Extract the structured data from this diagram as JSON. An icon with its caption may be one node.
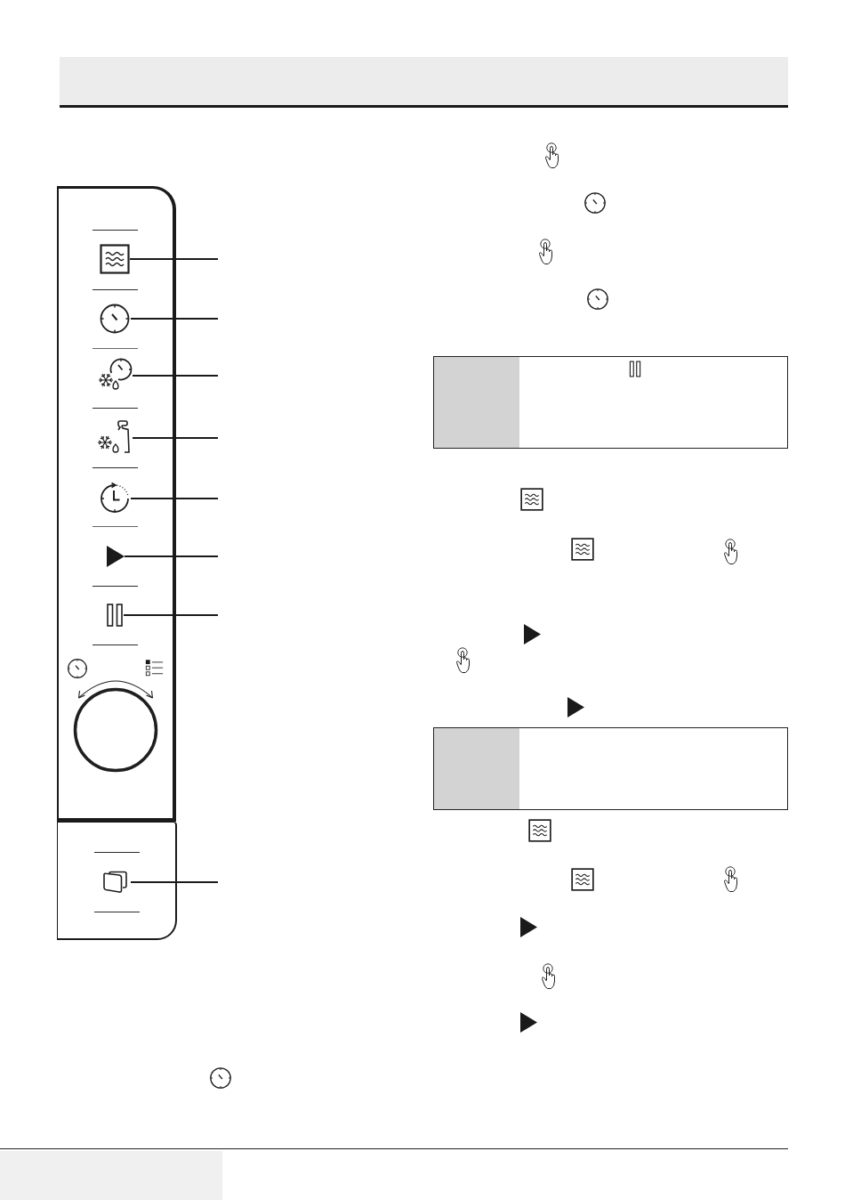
{
  "diagram": {
    "nodes": [
      {
        "text": [],
        "shape": "box"
      },
      {
        "text": [],
        "shape": "picture",
        "in": 0
      },
      {
        "text": [],
        "shape": "picture",
        "in": 0
      },
      {
        "text": [],
        "shape": "picture",
        "in": 0
      },
      {
        "text": [],
        "shape": "picture",
        "in": 0
      },
      {
        "text": [],
        "shape": "picture",
        "in": 0
      },
      {
        "text": [],
        "shape": "picture",
        "in": 0
      },
      {
        "text": [],
        "shape": "picture",
        "in": 0
      },
      {
        "text": [],
        "shape": "circle",
        "in": 0
      },
      {
        "text": [],
        "shape": "box"
      },
      {
        "text": [],
        "shape": "picture",
        "in": 9
      },
      {
        "text": [],
        "shape": "box"
      },
      {
        "text": [],
        "shape": "box"
      }
    ],
    "edges": [
      {
        "from": null,
        "to": 1,
        "arrow": "none"
      },
      {
        "from": null,
        "to": 2,
        "arrow": "none"
      },
      {
        "from": null,
        "to": 3,
        "arrow": "none"
      },
      {
        "from": null,
        "to": 4,
        "arrow": "none"
      },
      {
        "from": null,
        "to": 5,
        "arrow": "none"
      },
      {
        "from": null,
        "to": 6,
        "arrow": "none"
      },
      {
        "from": null,
        "to": 7,
        "arrow": "none"
      },
      {
        "from": null,
        "to": 10,
        "arrow": "none"
      }
    ]
  }
}
